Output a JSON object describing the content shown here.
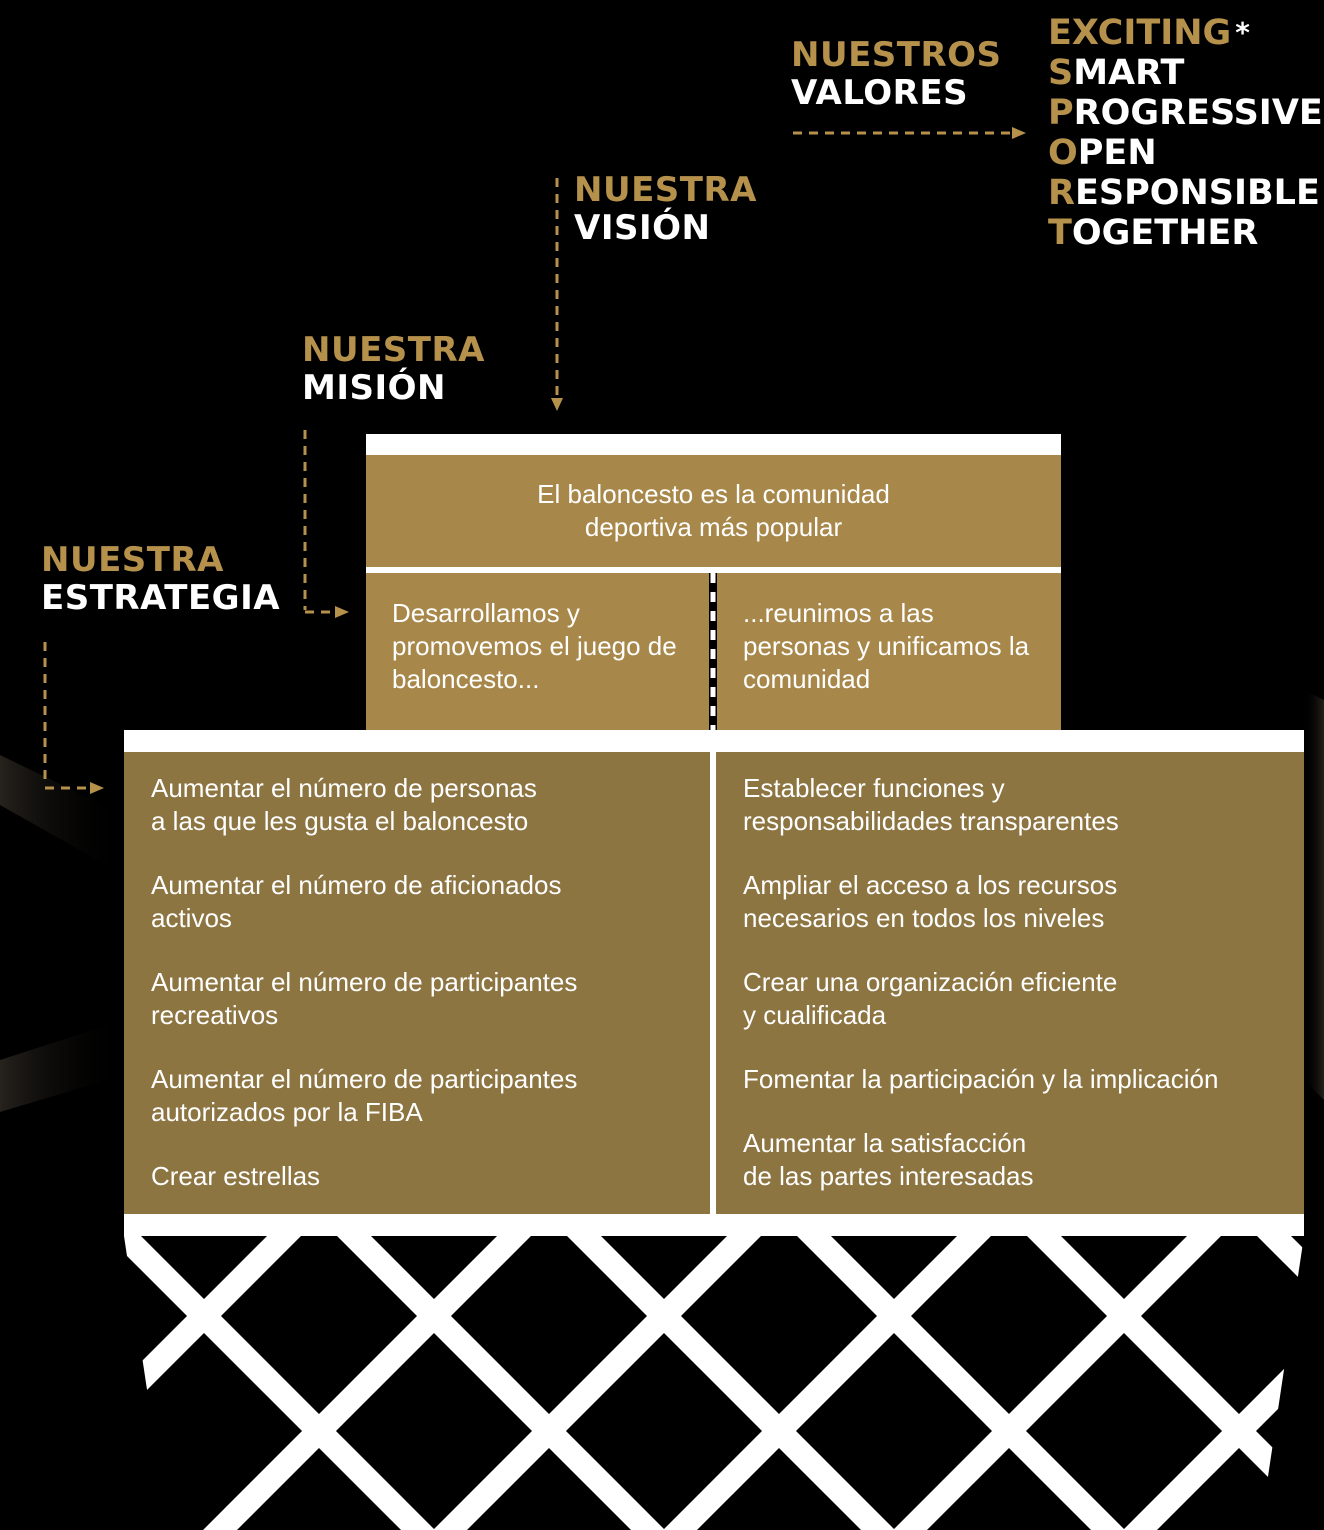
{
  "values": {
    "heading_line1": "NUESTROS",
    "heading_line2": "VALORES",
    "exciting": "EXCITING",
    "asterisk": "*",
    "items": [
      {
        "initial": "S",
        "rest": "MART"
      },
      {
        "initial": "P",
        "rest": "ROGRESSIVE"
      },
      {
        "initial": "O",
        "rest": "PEN"
      },
      {
        "initial": "R",
        "rest": "ESPONSIBLE"
      },
      {
        "initial": "T",
        "rest": "OGETHER"
      }
    ]
  },
  "vision": {
    "heading_line1": "NUESTRA",
    "heading_line2": "VISIÓN",
    "text": "El baloncesto es la comunidad deportiva más popular"
  },
  "mission": {
    "heading_line1": "NUESTRA",
    "heading_line2": "MISIÓN",
    "left_text": "Desarrollamos y promovemos el juego de baloncesto...",
    "right_text": "...reunimos a las personas y unificamos la comunidad"
  },
  "strategy": {
    "heading_line1": "NUESTRA",
    "heading_line2": "ESTRATEGIA",
    "left_items": [
      [
        "Aumentar el número de personas",
        "a las que les gusta el baloncesto"
      ],
      [
        "Aumentar el número de aficionados",
        "activos"
      ],
      [
        "Aumentar el número de participantes",
        "recreativos"
      ],
      [
        "Aumentar el número de participantes",
        "autorizados por la FIBA"
      ],
      [
        "Crear estrellas"
      ]
    ],
    "right_items": [
      [
        "Establecer funciones y",
        "responsabilidades transparentes"
      ],
      [
        "Ampliar el acceso a los recursos",
        "necesarios en todos los niveles"
      ],
      [
        "Crear una organización eficiente",
        "y cualificada"
      ],
      [
        "Fomentar la participación y la implicación"
      ],
      [
        "Aumentar la satisfacción",
        "de las partes interesadas"
      ]
    ]
  },
  "colors": {
    "background": "#000000",
    "gold_text": "#b5914c",
    "box_light": "#a8884a",
    "box_dark": "#8d7542",
    "white": "#ffffff"
  }
}
